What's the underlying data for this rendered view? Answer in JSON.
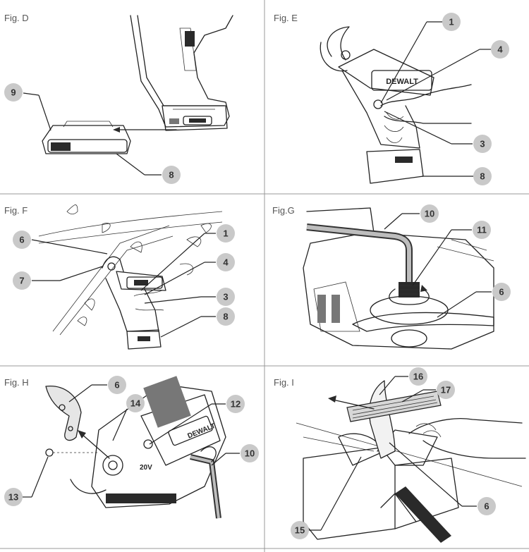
{
  "figures": {
    "D": {
      "label": "Fig. D",
      "callouts": [
        "9",
        "8"
      ]
    },
    "E": {
      "label": "Fig. E",
      "callouts": [
        "1",
        "4",
        "3",
        "8"
      ]
    },
    "F": {
      "label": "Fig. F",
      "callouts": [
        "6",
        "7",
        "1",
        "4",
        "3",
        "8"
      ]
    },
    "G": {
      "label": "Fig.G",
      "callouts": [
        "10",
        "11",
        "6"
      ]
    },
    "H": {
      "label": "Fig. H",
      "callouts": [
        "6",
        "14",
        "12",
        "10",
        "13"
      ]
    },
    "I": {
      "label": "Fig. I",
      "callouts": [
        "16",
        "17",
        "15",
        "6"
      ]
    }
  },
  "brand_text": "DEWALT",
  "voltage_text": "20V"
}
